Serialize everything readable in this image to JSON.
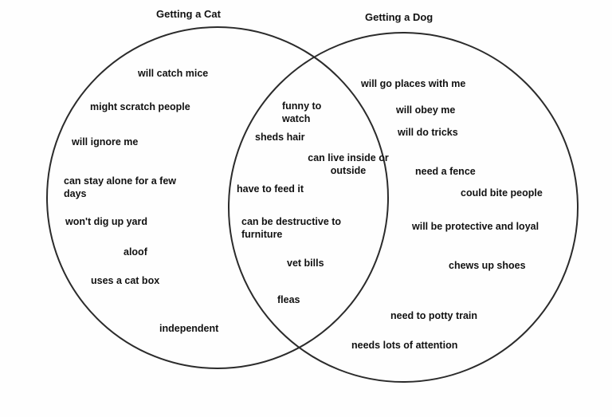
{
  "diagram": {
    "type": "venn",
    "left_title": "Getting a Cat",
    "right_title": "Getting a Dog",
    "cat_items": [
      "will catch mice",
      "might scratch people",
      "will ignore me",
      "can stay alone for a few days",
      "won't dig up yard",
      "aloof",
      "uses a cat box",
      "independent"
    ],
    "shared_items": [
      "funny to watch",
      "sheds hair",
      "can live inside or outside",
      "have to feed it",
      "can be destructive to furniture",
      "vet bills",
      "fleas"
    ],
    "dog_items": [
      "will go places with me",
      "will obey me",
      "will do tricks",
      "need a fence",
      "could bite people",
      "will be protective and loyal",
      "chews up shoes",
      "need to potty train",
      "needs lots of attention"
    ],
    "colors": {
      "background": "#fefefe",
      "stroke": "#2b2b2b",
      "text": "#111111"
    }
  }
}
